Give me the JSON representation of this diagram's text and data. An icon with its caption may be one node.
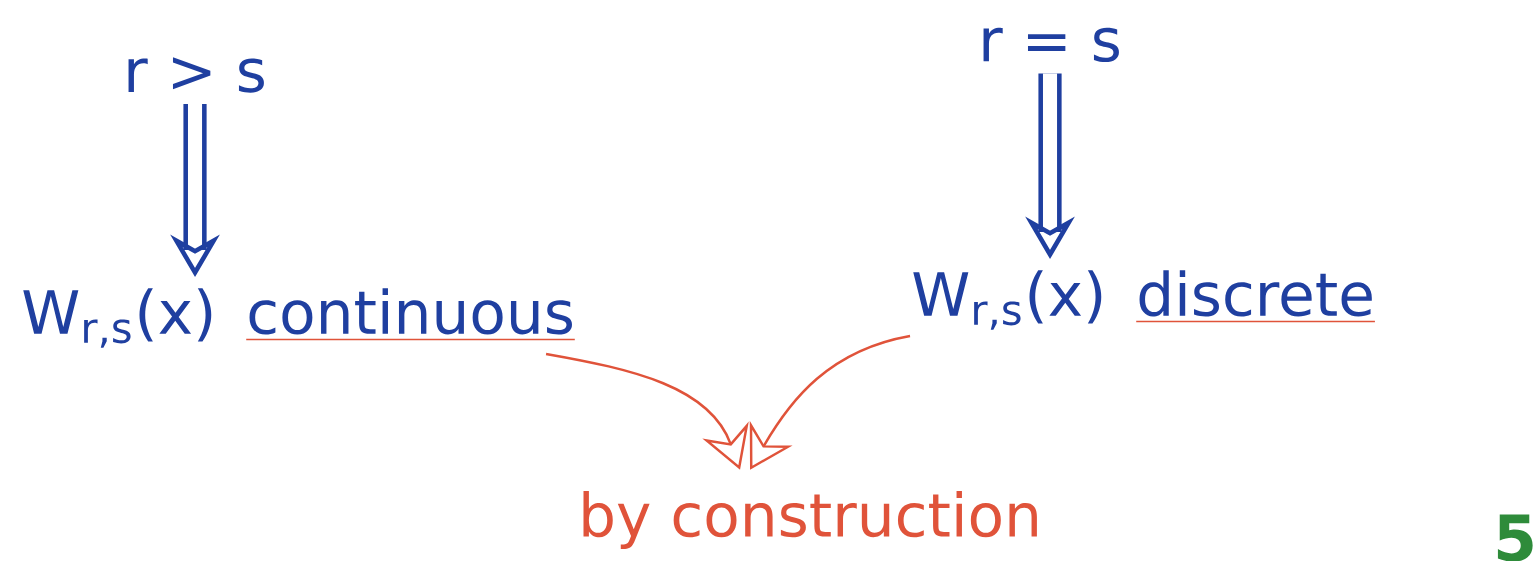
{
  "diagram": {
    "nodes": [
      {
        "text": [
          "r > s"
        ]
      },
      {
        "text": [
          "r = s"
        ]
      },
      {
        "text": [
          "W$_{r,s}$(x)",
          "continuous"
        ]
      },
      {
        "text": [
          "W$_{r,s}$(x)",
          "discrete"
        ]
      },
      {
        "text": [
          "by construction"
        ]
      }
    ],
    "edges": [
      {
        "from": 0,
        "to": 2,
        "arrow": "to",
        "style": "thick"
      },
      {
        "from": 1,
        "to": 3,
        "arrow": "to",
        "style": "thick"
      },
      {
        "from": 2,
        "to": 4,
        "arrow": "to",
        "color": "#e0533a"
      },
      {
        "from": 3,
        "to": 4,
        "arrow": "to",
        "color": "#e0533a"
      }
    ],
    "labels": [
      "5"
    ]
  }
}
